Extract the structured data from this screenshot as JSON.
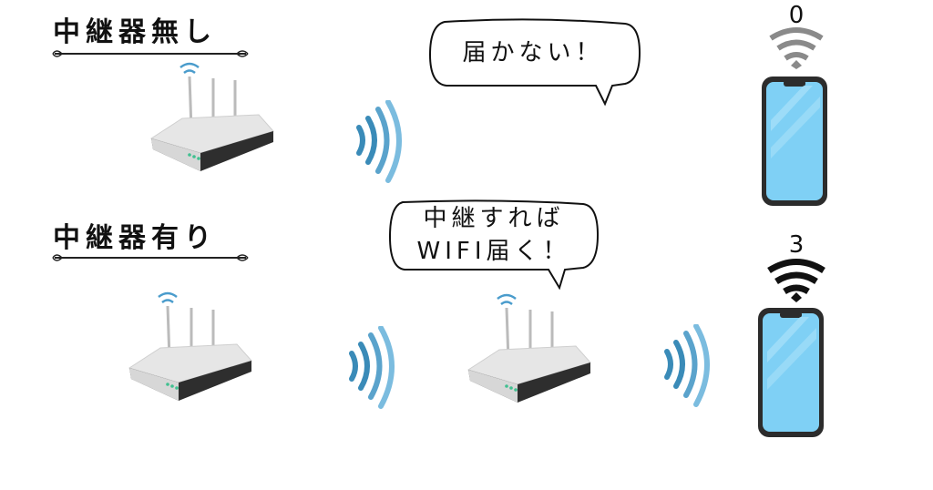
{
  "sections": [
    {
      "heading": "中継器無し",
      "bubble": [
        "届かない！"
      ],
      "signal_bars": "0"
    },
    {
      "heading": "中継器有り",
      "bubble": [
        "中継すれば",
        "WIFI届く！"
      ],
      "signal_bars": "3"
    }
  ],
  "colors": {
    "wave": "#3a8bb8",
    "phone_screen": "#7fd0f5",
    "weak_signal": "#8a8a8a",
    "strong_signal": "#111111"
  }
}
